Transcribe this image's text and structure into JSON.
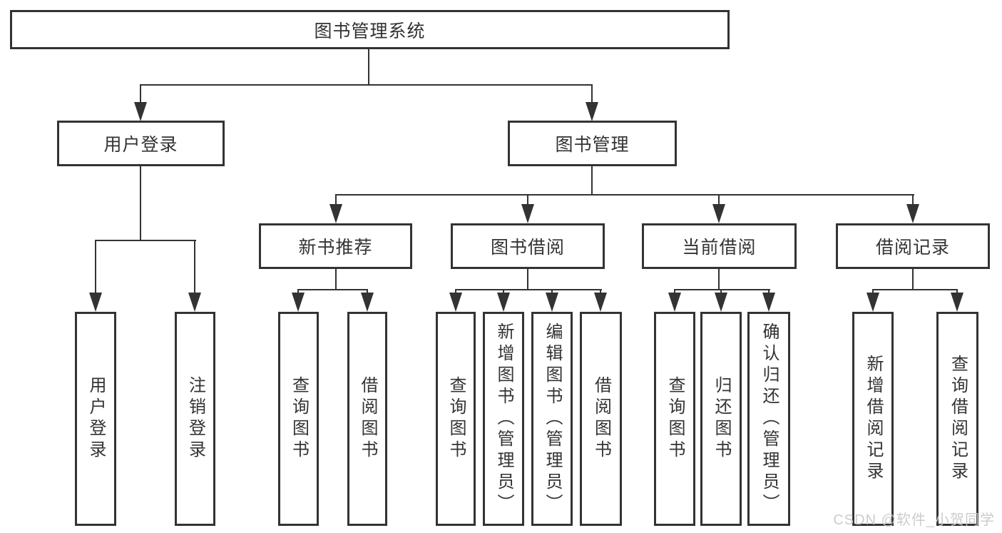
{
  "diagram_type": "hierarchy-tree",
  "watermark": {
    "text": "CSDN @软件_小贺同学"
  },
  "colors": {
    "line": "#333333",
    "text": "#333333",
    "box_bg": "#ffffff",
    "watermark": "#c8c8c8"
  },
  "tree": {
    "label": "图书管理系统",
    "children": [
      {
        "label": "用户登录",
        "children": [
          {
            "label": "用户登录"
          },
          {
            "label": "注销登录"
          }
        ]
      },
      {
        "label": "图书管理",
        "children": [
          {
            "label": "新书推荐",
            "children": [
              {
                "label": "查询图书"
              },
              {
                "label": "借阅图书"
              }
            ]
          },
          {
            "label": "图书借阅",
            "children": [
              {
                "label": "查询图书"
              },
              {
                "label": "新增图书（管理员）"
              },
              {
                "label": "编辑图书（管理员）"
              },
              {
                "label": "借阅图书"
              }
            ]
          },
          {
            "label": "当前借阅",
            "children": [
              {
                "label": "查询图书"
              },
              {
                "label": "归还图书"
              },
              {
                "label": "确认归还（管理员）"
              }
            ]
          },
          {
            "label": "借阅记录",
            "children": [
              {
                "label": "新增借阅记录"
              },
              {
                "label": "查询借阅记录"
              }
            ]
          }
        ]
      }
    ]
  }
}
